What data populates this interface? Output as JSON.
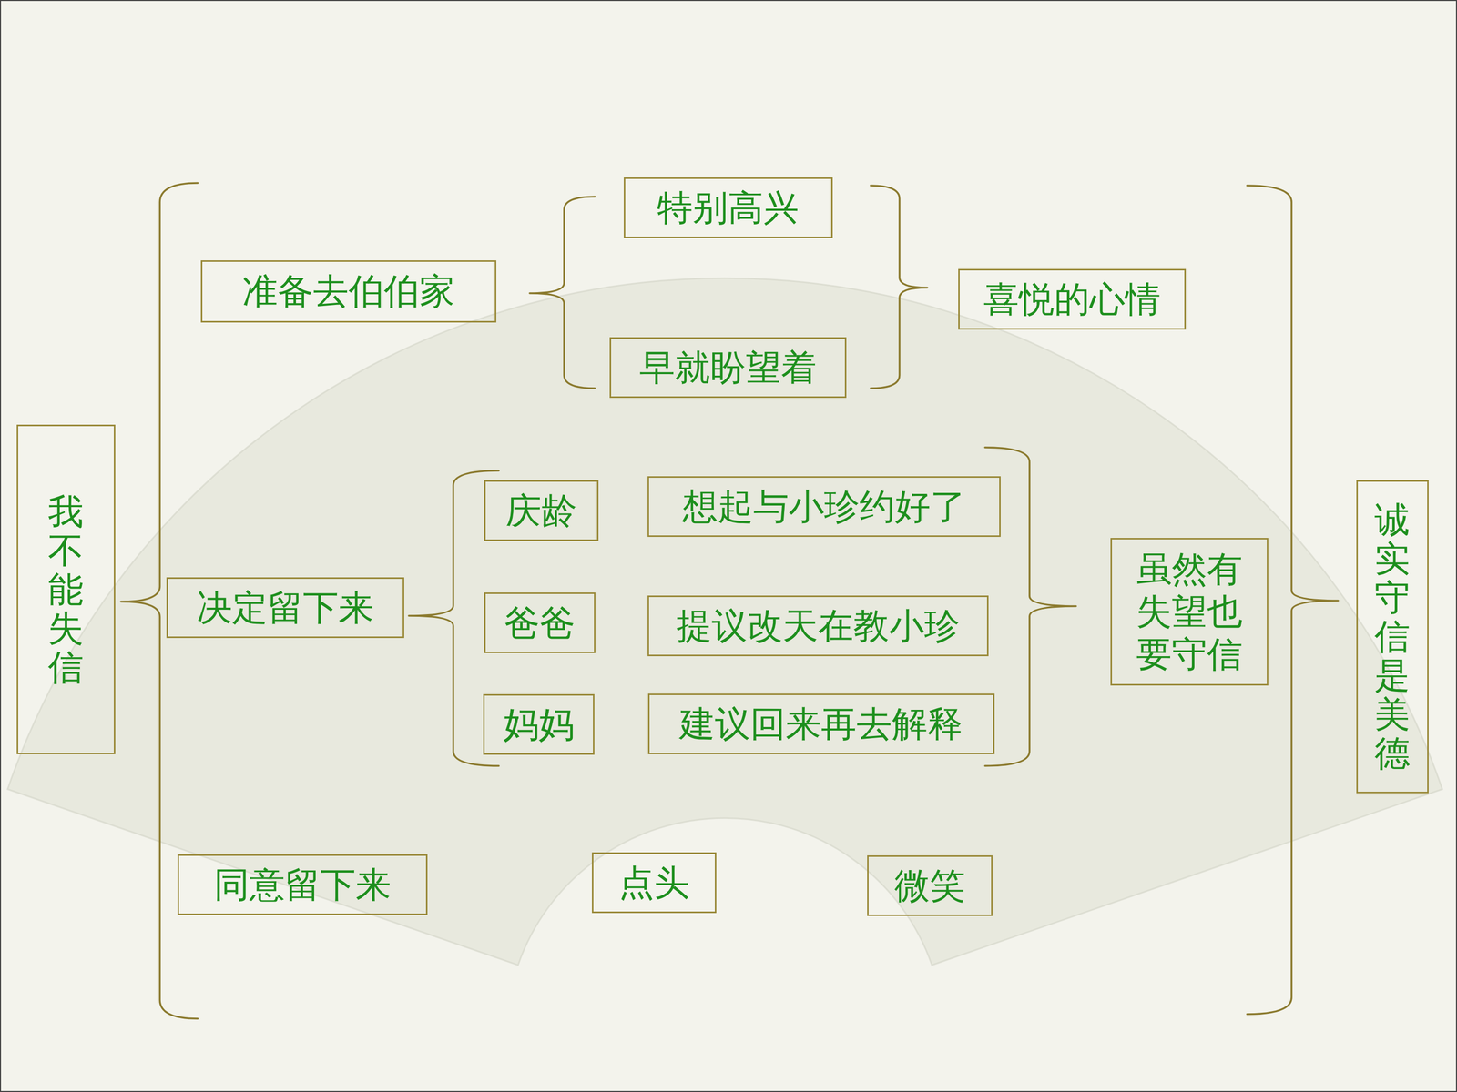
{
  "diagram": {
    "nodes": [
      {
        "text": [
          "我不能失信"
        ]
      },
      {
        "text": [
          "准备去伯伯家"
        ]
      },
      {
        "text": [
          "特别高兴"
        ]
      },
      {
        "text": [
          "早就盼望着"
        ]
      },
      {
        "text": [
          "喜悦的心情"
        ]
      },
      {
        "text": [
          "决定留下来"
        ]
      },
      {
        "text": [
          "庆龄"
        ]
      },
      {
        "text": [
          "想起与小珍约好了"
        ]
      },
      {
        "text": [
          "爸爸"
        ]
      },
      {
        "text": [
          "提议改天在教小珍"
        ]
      },
      {
        "text": [
          "妈妈"
        ]
      },
      {
        "text": [
          "建议回来再去解释"
        ]
      },
      {
        "text": [
          "虽然有失望也要守信"
        ]
      },
      {
        "text": [
          "同意留下来"
        ]
      },
      {
        "text": [
          "点头"
        ]
      },
      {
        "text": [
          "微笑"
        ]
      },
      {
        "text": [
          "诚实守信是美德"
        ]
      }
    ]
  }
}
